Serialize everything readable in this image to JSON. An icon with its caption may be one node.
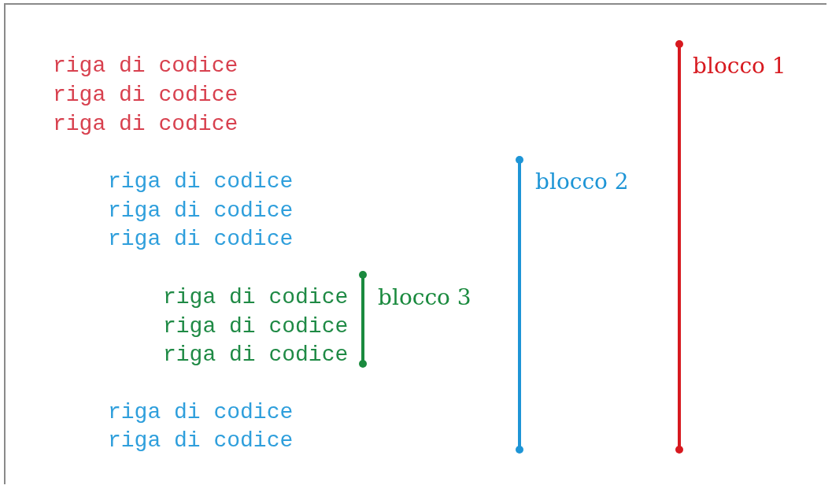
{
  "diagram": {
    "labels": [
      "riga di codice",
      "blocco 1",
      "riga di codice",
      "riga di codice",
      "riga di codice",
      "blocco 2",
      "riga di codice",
      "riga di codice",
      "riga di codice",
      "blocco 3",
      "riga di codice",
      "riga di codice",
      "riga di codice",
      "riga di codice"
    ]
  }
}
